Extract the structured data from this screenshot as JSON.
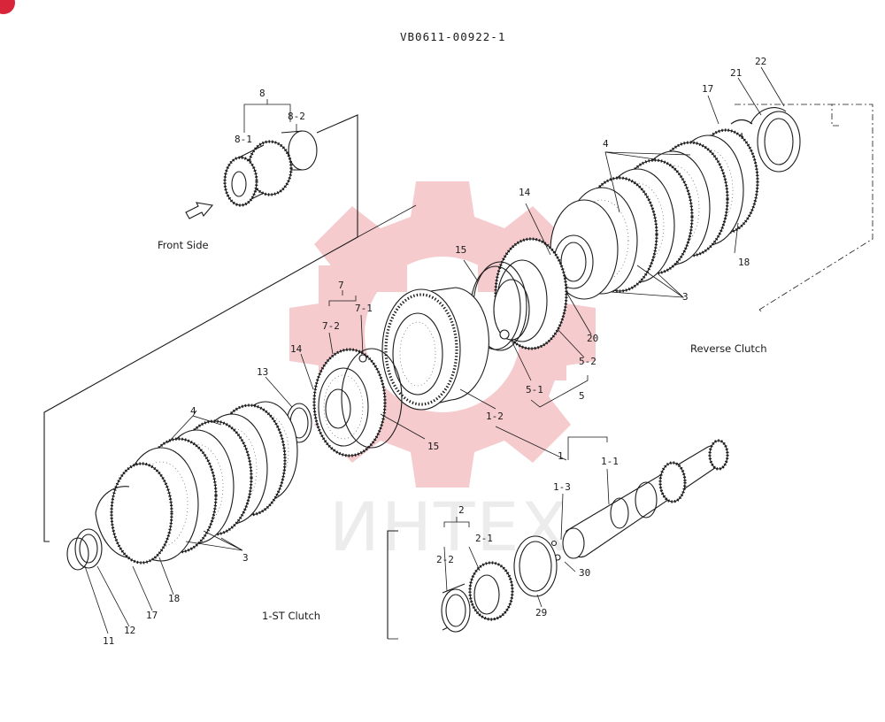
{
  "title": "VB0611-00922-1",
  "watermark": {
    "text": "ИНТЕХ",
    "color": "#f2b8bd"
  },
  "captions": {
    "front_side": "Front Side",
    "reverse_clutch": "Reverse Clutch",
    "first_clutch": "1-ST Clutch"
  },
  "part_labels": [
    "8",
    "8-1",
    "8-2",
    "22",
    "21",
    "17",
    "4",
    "14",
    "15",
    "7",
    "7-1",
    "7-2",
    "14",
    "13",
    "20",
    "18",
    "3",
    "5-2",
    "5-1",
    "5",
    "1-2",
    "15",
    "4",
    "1",
    "1-1",
    "1-3",
    "2",
    "2-1",
    "2-2",
    "30",
    "29",
    "3",
    "12",
    "11",
    "17",
    "18"
  ],
  "colors": {
    "ink": "#1a1a1a",
    "badge": "#d9253a",
    "watermark": "#f2b8bd"
  }
}
